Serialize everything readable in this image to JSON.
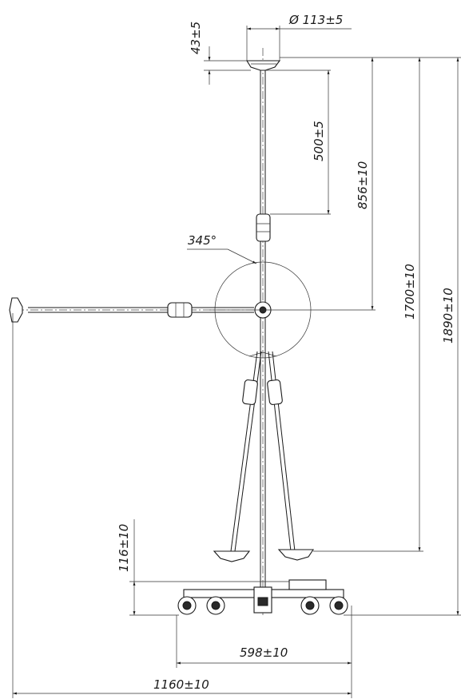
{
  "dimensions": {
    "height_top": "43±5",
    "diameter_head": "Ø 113±5",
    "arm_segment": "500±5",
    "upper_height": "856±10",
    "rotation": "345°",
    "overall_1700": "1700±10",
    "overall_1890": "1890±10",
    "base_height": "116±10",
    "base_width": "598±10",
    "total_width": "1160±10"
  }
}
